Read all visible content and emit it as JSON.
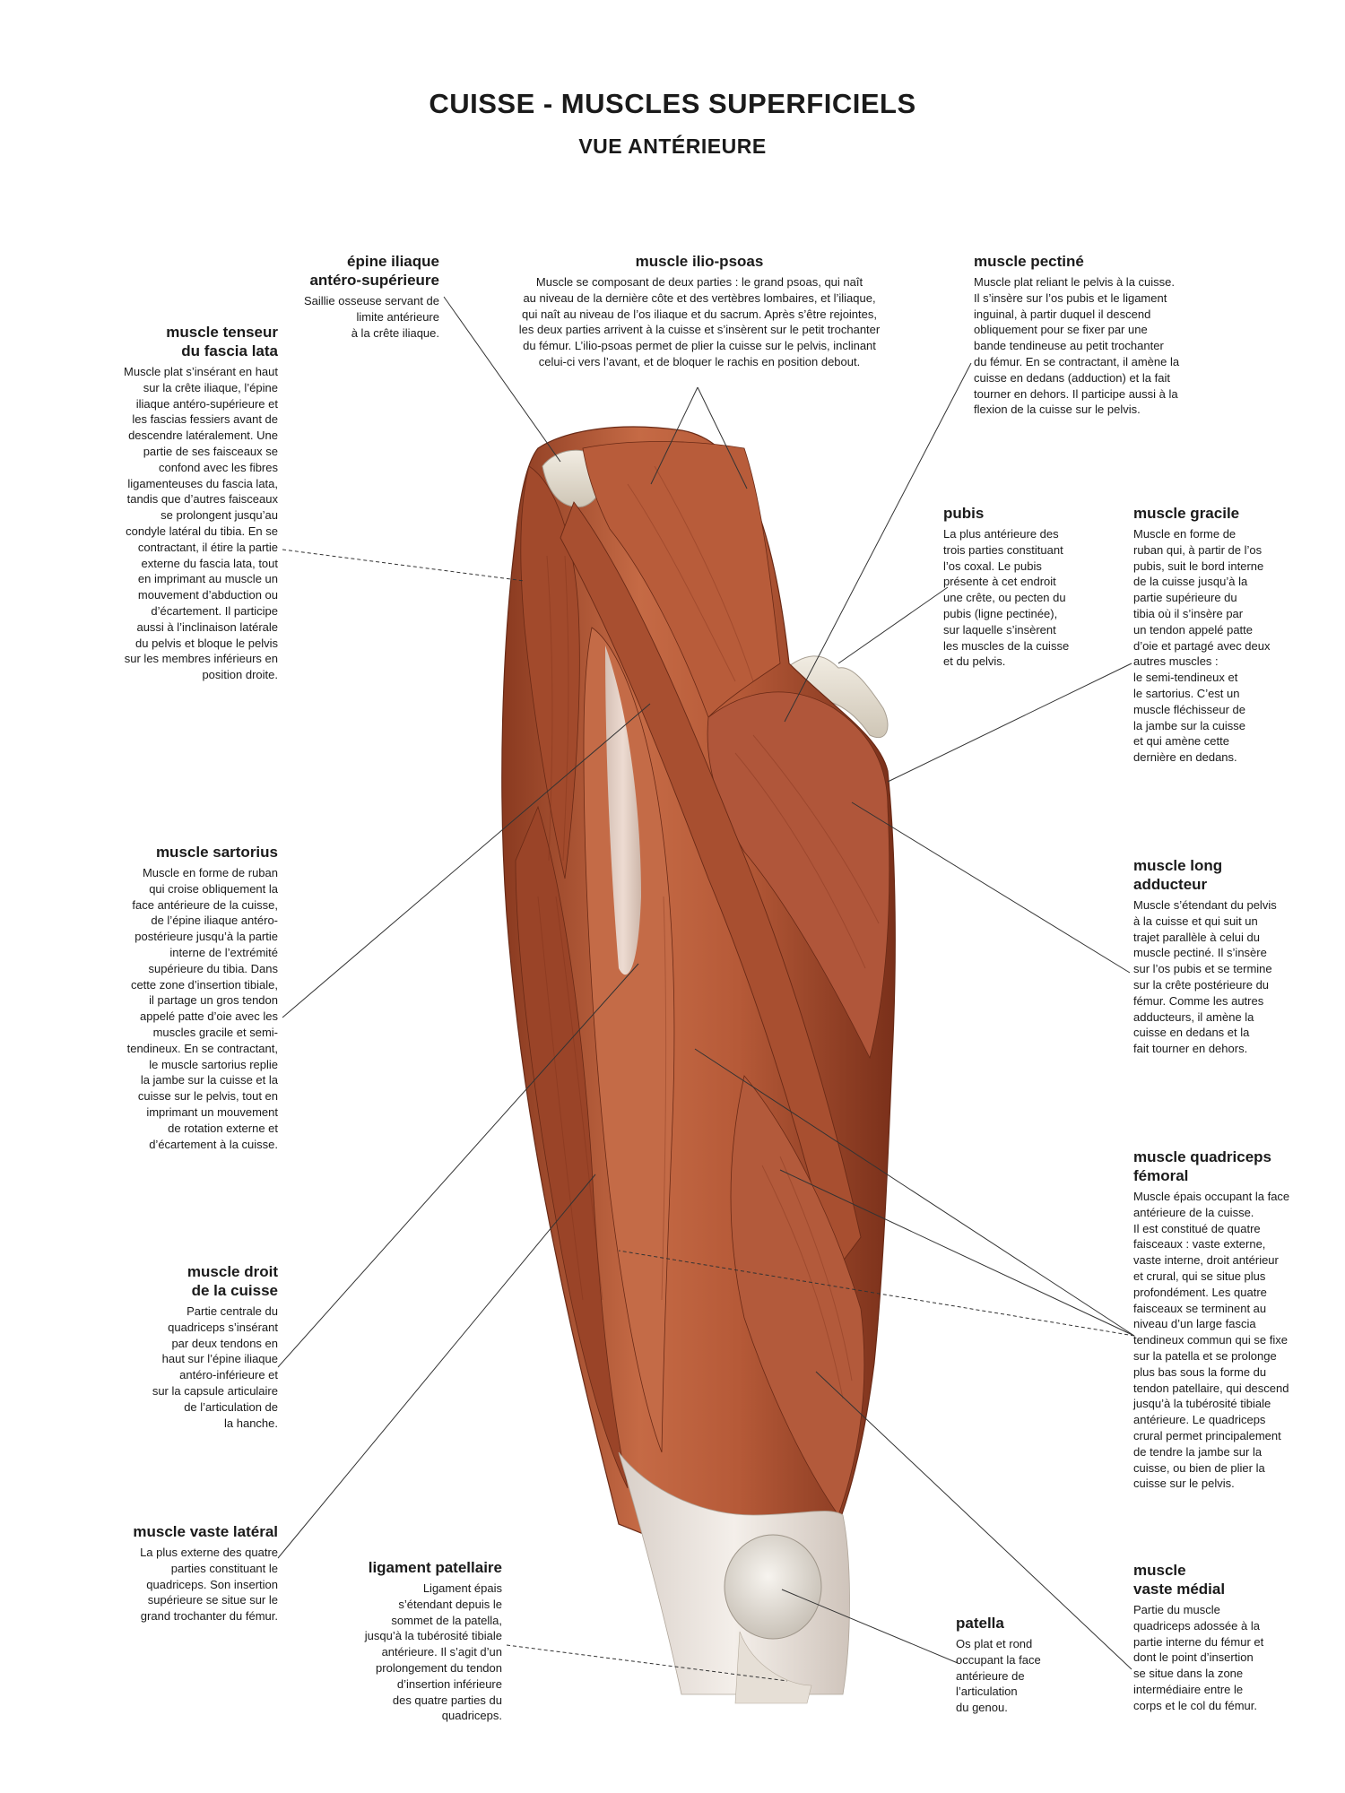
{
  "title": "CUISSE - MUSCLES SUPERFICIELS",
  "subtitle": "VUE ANTÉRIEURE",
  "labels": {
    "epine": {
      "name": "épine iliaque\nantéro-supérieure",
      "desc": "Saillie osseuse servant de\nlimite antérieure\nà la crête iliaque."
    },
    "iliopsoas": {
      "name": "muscle ilio-psoas",
      "desc": "Muscle se composant de deux parties : le grand psoas, qui naît\nau niveau de la dernière côte et des vertèbres lombaires, et l’iliaque,\nqui naît au niveau de l’os iliaque et du sacrum. Après s’être rejointes,\nles deux parties arrivent à la cuisse et s’insèrent sur le petit trochanter\ndu fémur. L’ilio-psoas permet de plier la cuisse sur le pelvis, inclinant\ncelui-ci vers l’avant, et de bloquer le rachis en position debout."
    },
    "pectine": {
      "name": "muscle pectiné",
      "desc": "Muscle plat reliant le pelvis à la cuisse.\nIl s’insère sur l’os pubis et le ligament\ninguinal, à partir duquel il descend\nobliquement pour se fixer par une\nbande tendineuse au petit trochanter\ndu fémur. En se contractant, il amène la\ncuisse en dedans (adduction) et la fait\ntourner en dehors. Il participe aussi à la\nflexion de la cuisse sur le pelvis."
    },
    "tenseur": {
      "name": "muscle tenseur\ndu fascia lata",
      "desc": "Muscle plat s’insérant en haut\nsur la crête iliaque, l’épine\niliaque antéro-supérieure et\nles fascias fessiers avant de\ndescendre latéralement. Une\npartie de ses faisceaux se\nconfond avec les fibres\nligamenteuses du fascia lata,\ntandis que d’autres faisceaux\nse prolongent jusqu’au\ncondyle latéral du tibia. En se\ncontractant, il étire la partie\nexterne du fascia lata, tout\nen imprimant au muscle un\nmouvement d’abduction ou\nd’écartement. Il participe\naussi à l’inclinaison latérale\ndu pelvis et bloque le pelvis\nsur les membres inférieurs en\nposition droite."
    },
    "pubis": {
      "name": "pubis",
      "desc": "La plus antérieure des\ntrois parties constituant\nl’os coxal. Le pubis\nprésente à cet endroit\nune crête, ou pecten du\npubis (ligne pectinée),\nsur laquelle s’insèrent\nles muscles de la cuisse\net du pelvis."
    },
    "gracile": {
      "name": "muscle gracile",
      "desc": "Muscle en forme de\nruban qui, à partir de l’os\npubis, suit le bord interne\nde la cuisse jusqu’à la\npartie supérieure du\ntibia où il s’insère par\nun tendon appelé patte\nd’oie et partagé avec deux\nautres muscles :\nle semi-tendineux et\nle sartorius. C’est un\nmuscle fléchisseur de\nla jambe sur la cuisse\net qui amène cette\ndernière en dedans."
    },
    "sartorius": {
      "name": "muscle sartorius",
      "desc": "Muscle en forme de ruban\nqui croise obliquement la\nface antérieure de la cuisse,\nde l’épine iliaque antéro-\npostérieure jusqu’à la partie\ninterne de l’extrémité\nsupérieure du tibia. Dans\ncette zone d’insertion tibiale,\nil partage un gros tendon\nappelé patte d’oie avec les\nmuscles gracile et semi-\ntendineux. En se contractant,\nle muscle sartorius replie\nla jambe sur la cuisse et la\ncuisse sur le pelvis, tout en\nimprimant un mouvement\nde rotation externe et\nd’écartement à la cuisse."
    },
    "longadd": {
      "name": "muscle long\nadducteur",
      "desc": "Muscle s’étendant du pelvis\nà la cuisse et qui suit un\ntrajet parallèle à celui du\nmuscle pectiné. Il s’insère\nsur l’os pubis et se termine\nsur la crête postérieure du\nfémur. Comme les autres\nadducteurs, il amène la\ncuisse en dedans et la\nfait tourner en dehors."
    },
    "quadriceps": {
      "name": "muscle quadriceps\nfémoral",
      "desc": "Muscle épais occupant la face\nantérieure de la cuisse.\nIl est constitué de quatre\nfaisceaux : vaste externe,\nvaste interne, droit antérieur\net crural, qui se situe plus\nprofondément. Les quatre\nfaisceaux se terminent au\nniveau d’un large fascia\ntendineux commun qui se fixe\nsur la patella et se prolonge\nplus bas sous la forme du\ntendon patellaire, qui descend\njusqu’à la tubérosité tibiale\nantérieure. Le quadriceps\ncrural permet principalement\nde tendre la jambe sur la\ncuisse, ou bien de plier la\ncuisse sur le pelvis."
    },
    "droit": {
      "name": "muscle droit\nde la cuisse",
      "desc": "Partie centrale du\nquadriceps s’insérant\npar deux tendons en\nhaut sur l’épine iliaque\nantéro-inférieure et\nsur la capsule articulaire\nde l’articulation de\nla hanche."
    },
    "vastelat": {
      "name": "muscle vaste latéral",
      "desc": "La plus externe des quatre\nparties constituant le\nquadriceps. Son insertion\nsupérieure se situe sur le\ngrand trochanter du fémur."
    },
    "ligpat": {
      "name": "ligament patellaire",
      "desc": "Ligament épais\ns’étendant depuis le\nsommet de la patella,\njusqu’à la tubérosité tibiale\nantérieure. Il s’agit d’un\nprolongement du tendon\nd’insertion inférieure\ndes quatre parties du\nquadriceps."
    },
    "patella": {
      "name": "patella",
      "desc": "Os plat et rond\noccupant la face\nantérieure de\nl’articulation\ndu genou."
    },
    "vastemed": {
      "name": "muscle\nvaste médial",
      "desc": "Partie du muscle\nquadriceps adossée à la\npartie interne du fémur et\ndont le point d’insertion\nse situe dans la zone\nintermédiaire entre le\ncorps et le col du fémur."
    }
  }
}
